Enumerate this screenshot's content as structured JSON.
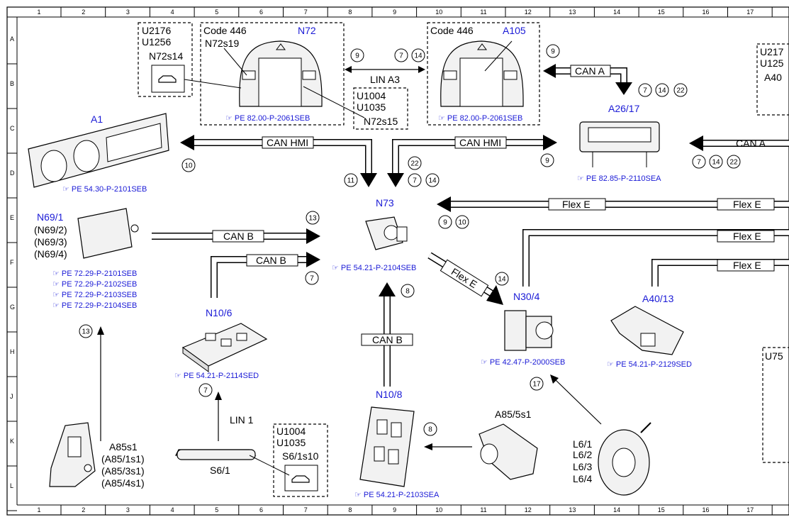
{
  "grid": {
    "columns": [
      "1",
      "2",
      "3",
      "4",
      "5",
      "6",
      "7",
      "8",
      "9",
      "10",
      "11",
      "12",
      "13",
      "14",
      "15",
      "16",
      "17"
    ],
    "rows": [
      "A",
      "B",
      "C",
      "D",
      "E",
      "F",
      "G",
      "H",
      "J",
      "K",
      "L"
    ]
  },
  "components": {
    "n72": {
      "name": "N72",
      "code": "Code 446",
      "switch_a": "N72s19",
      "switch_b": "N72s15",
      "ref": "PE 82.00-P-2061SEB"
    },
    "n72s14_box": {
      "codes": [
        "U2176",
        "U1256"
      ],
      "name": "N72s14"
    },
    "n72s15_box": {
      "codes": [
        "U1004",
        "U1035"
      ]
    },
    "a105": {
      "name": "A105",
      "code": "Code 446",
      "ref": "PE 82.00-P-2061SEB"
    },
    "a26": {
      "name": "A26/17",
      "ref": "PE 82.85-P-2110SEA"
    },
    "a1": {
      "name": "A1",
      "ref": "PE 54.30-P-2101SEB"
    },
    "n69": {
      "names": [
        "N69/1",
        "(N69/2)",
        "(N69/3)",
        "(N69/4)"
      ],
      "refs": [
        "PE 72.29-P-2101SEB",
        "PE 72.29-P-2102SEB",
        "PE 72.29-P-2103SEB",
        "PE 72.29-P-2104SEB"
      ]
    },
    "n73": {
      "name": "N73",
      "ref": "PE 54.21-P-2104SEB"
    },
    "n10_6": {
      "name": "N10/6",
      "ref": "PE 54.21-P-2114SED"
    },
    "n10_8": {
      "name": "N10/8",
      "ref": "PE 54.21-P-2103SEA"
    },
    "n30_4": {
      "name": "N30/4",
      "ref": "PE 42.47-P-2000SEB"
    },
    "a40_13": {
      "name": "A40/13",
      "ref": "PE 54.21-P-2129SED"
    },
    "a85": {
      "names": [
        "A85s1",
        "(A85/1s1)",
        "(A85/3s1)",
        "(A85/4s1)"
      ]
    },
    "a85_5": {
      "name": "A85/5s1"
    },
    "s6": {
      "name": "S6/1",
      "bus": "LIN 1"
    },
    "s6_box": {
      "codes": [
        "U1004",
        "U1035"
      ],
      "name": "S6/1s10"
    },
    "l6": {
      "names": [
        "L6/1",
        "L6/2",
        "L6/3",
        "L6/4"
      ]
    },
    "right_box_a": {
      "codes": [
        "U217",
        "U125"
      ],
      "name": "A40"
    },
    "right_box_u": {
      "code": "U75"
    }
  },
  "buses": {
    "lin_a3": "LIN A3",
    "can_a": "CAN A",
    "can_hmi": "CAN HMI",
    "can_b": "CAN B",
    "flex_e": "Flex E"
  },
  "callouts": [
    "9",
    "7",
    "14",
    "22",
    "10",
    "11",
    "13",
    "8",
    "17"
  ],
  "colors": {
    "component_label": "#1a1ad6",
    "line": "#000000"
  }
}
